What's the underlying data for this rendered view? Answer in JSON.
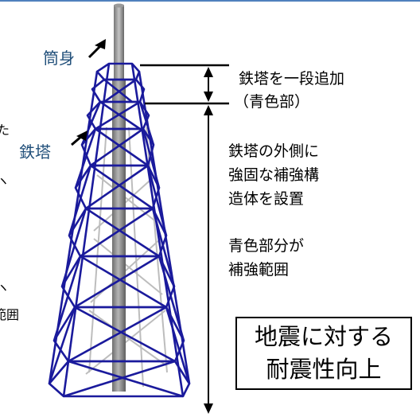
{
  "labels": {
    "tsutsumi": "筒身",
    "tetto": "鉄塔",
    "add_line1": "鉄塔を一段追加",
    "add_line2": "（青色部）",
    "desc_line1": "鉄塔の外側に",
    "desc_line2": "強固な補強構",
    "desc_line3": "造体を設置",
    "range_line1": "青色部分が",
    "range_line2": "補強範囲"
  },
  "callout": {
    "line1": "地震に対する",
    "line2": "耐震性向上"
  },
  "cutoff_left": {
    "top": "た",
    "mid1": "ヽ",
    "mid2": "ヽ",
    "bottom": "範囲"
  },
  "colors": {
    "reinforcement": "#1a1a9c",
    "existing_tower": "#b8b8b8",
    "chimney": "#8c8c8c",
    "accent_rule": "#4f81bd",
    "label_blue": "#1f4e79"
  }
}
